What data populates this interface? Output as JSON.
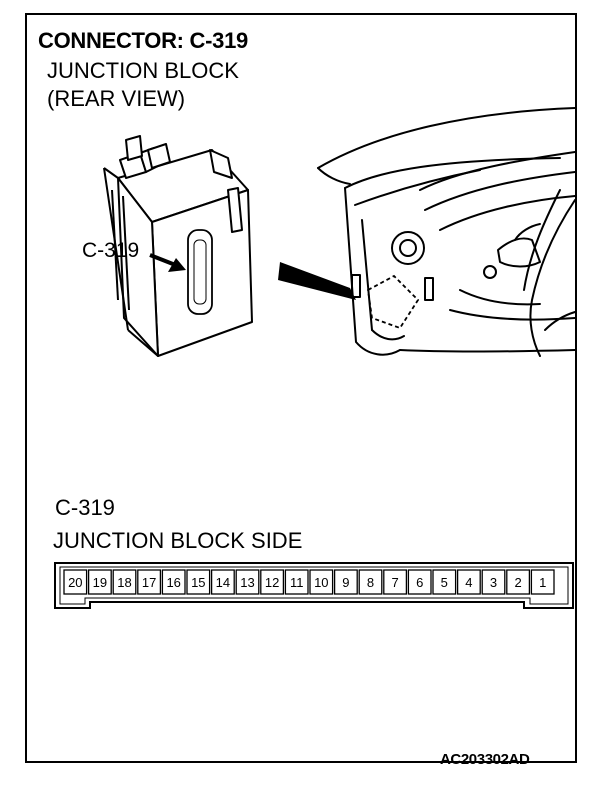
{
  "header": {
    "title": "CONNECTOR: C-319",
    "subtitle_line1": "JUNCTION BLOCK",
    "subtitle_line2": "(REAR VIEW)"
  },
  "illustration": {
    "callout_label": "C-319"
  },
  "connector": {
    "label": "C-319",
    "side_label": "JUNCTION BLOCK SIDE",
    "pins": [
      "20",
      "19",
      "18",
      "17",
      "16",
      "15",
      "14",
      "13",
      "12",
      "11",
      "10",
      "9",
      "8",
      "7",
      "6",
      "5",
      "4",
      "3",
      "2",
      "1"
    ]
  },
  "footer": {
    "code": "AC203302AD"
  }
}
